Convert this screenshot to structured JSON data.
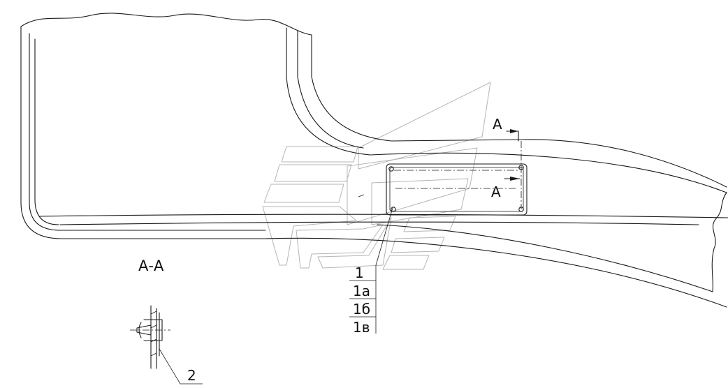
{
  "section_marks": {
    "upper_mark": "А",
    "lower_mark": "А",
    "section_title": "А-А"
  },
  "callouts": {
    "items": [
      "1",
      "1а",
      "1б",
      "1в"
    ],
    "detail": "2"
  }
}
